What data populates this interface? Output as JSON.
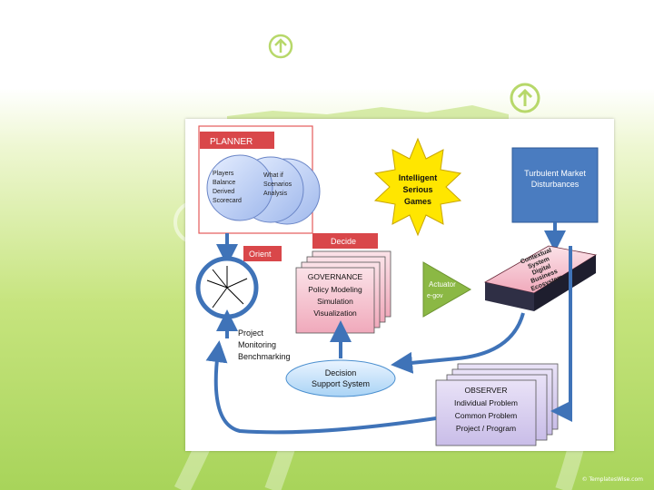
{
  "planner": {
    "label": "PLANNER"
  },
  "circles": {
    "left": [
      "Players",
      "Balance",
      "Derived",
      "Scorecard"
    ],
    "right": [
      "What if",
      "Scenarios",
      "Analysis"
    ]
  },
  "games": {
    "lines": [
      "Intelligent",
      "Serious",
      "Games"
    ]
  },
  "market": {
    "lines": [
      "Turbulent Market",
      "Disturbances"
    ]
  },
  "orient": {
    "label": "Orient"
  },
  "decide": {
    "label": "Decide"
  },
  "governance": {
    "lines": [
      "GOVERNANCE",
      "Policy Modeling",
      "Simulation",
      "Visualization"
    ]
  },
  "actuator": {
    "label": "Actuator",
    "sub": "e-gov"
  },
  "ecosystem": {
    "lines": [
      "Contextual",
      "System",
      "Digital",
      "Business",
      "Ecosystem"
    ]
  },
  "monitoring": {
    "lines": [
      "Project",
      "Monitoring",
      "Benchmarking"
    ]
  },
  "dss": {
    "lines": [
      "Decision",
      "Support System"
    ]
  },
  "observer": {
    "lines": [
      "OBSERVER",
      "Individual Problem",
      "Common Problem",
      "Project / Program"
    ]
  },
  "footer": {
    "credit": "© TemplatesWise.com"
  },
  "colors": {
    "planner_fill": "#d9474a",
    "arrow_blue": "#3f73b8",
    "market_fill": "#4a7cc0",
    "games_fill": "#ffe600",
    "actuator_fill": "#8bb844"
  }
}
